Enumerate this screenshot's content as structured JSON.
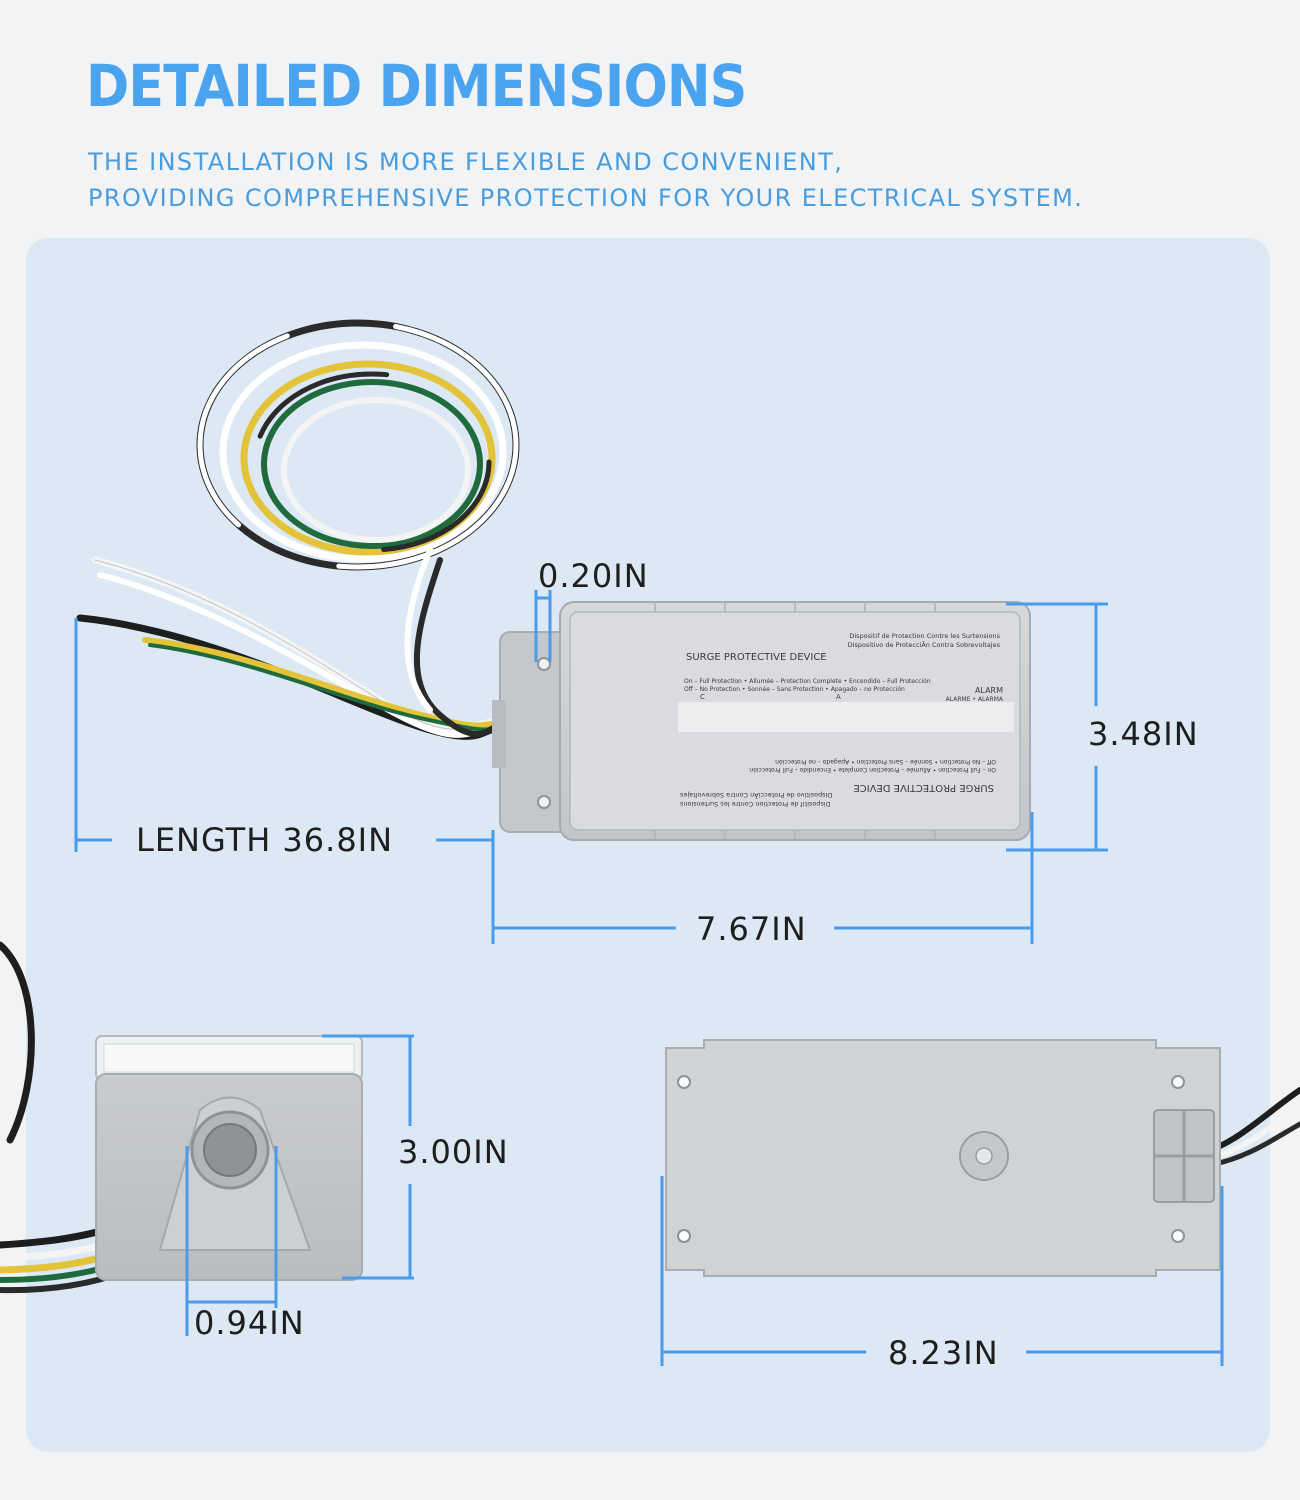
{
  "header": {
    "title": "DETAILED DIMENSIONS",
    "subtitle_line1": "THE INSTALLATION IS MORE FLEXIBLE AND CONVENIENT,",
    "subtitle_line2": "PROVIDING COMPREHENSIVE PROTECTION FOR YOUR ELECTRICAL SYSTEM."
  },
  "device_label": {
    "title": "SURGE PROTECTIVE DEVICE",
    "french_name": "Dispositif de Protection Contre les Surtensions",
    "spanish_name": "Dispositivo de ProtecciÃn Contra Sobrevoltajes",
    "status_line1": "On – Full Protection • Allumée – Protection Complete • Encendido – Full Protección",
    "status_line2": "Off – No Protection • Sonnée – Sans Protection • Apagado – no Protección",
    "phase_c": "C",
    "phase_a": "A",
    "alarm": "ALARM",
    "alarm_translations": "ALARME • ALARMA"
  },
  "dimensions": {
    "cable_length": "LENGTH 36.8IN",
    "mount_tab": "0.20IN",
    "body_height": "3.48IN",
    "body_length": "7.67IN",
    "side_height": "3.00IN",
    "conduit_width": "0.94IN",
    "plate_length": "8.23IN"
  },
  "colors": {
    "accent": "#4aa3ee",
    "dimension_line": "#4a9be8",
    "panel": "#dce9f4",
    "housing": "#c9cbce"
  }
}
